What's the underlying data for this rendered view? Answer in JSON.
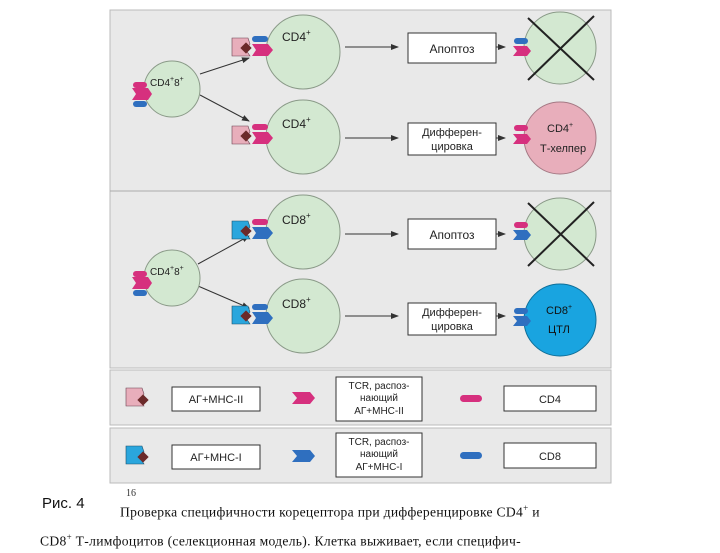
{
  "colors": {
    "panel_bg": "#e9e9e9",
    "cell_fill": "#d3e8d1",
    "cell_stroke": "#8a9a88",
    "cd4_marker": "#d6307e",
    "cd8_marker": "#2f6fbf",
    "mhc2": "#e8aebb",
    "mhc1": "#2aa6dd",
    "antigen": "#6b2a2a",
    "helper_cell": "#e8aebb",
    "ctl_cell": "#19a4e0"
  },
  "cells": {
    "dp_top": {
      "line1": "CD4",
      "sup1": "+",
      "line2": "8",
      "sup2": "+"
    },
    "dp_bottom": {
      "line1": "CD4",
      "sup1": "+",
      "line2": "8",
      "sup2": "+"
    },
    "cd4_cell": {
      "label": "CD4",
      "sup": "+"
    },
    "cd8_cell": {
      "label": "CD8",
      "sup": "+"
    },
    "helper": {
      "line1": "CD4",
      "sup": "+",
      "line2": "Т-хелпер"
    },
    "ctl": {
      "line1": "CD8",
      "sup": "+",
      "line2": "ЦТЛ"
    }
  },
  "outcomes": {
    "apoptosis": "Апоптоз",
    "differentiation_line1": "Дифферен-",
    "differentiation_line2": "цировка"
  },
  "legend": {
    "mhc2_label": "АГ+МНС-II",
    "mhc1_label": "АГ+МНС-I",
    "tcr_line1": "TCR, распоз-",
    "tcr_line2": "нающий",
    "tcr2_line3": "АГ+МНС-II",
    "tcr1_line3": "АГ+МНС-I",
    "cd4_label": "CD4",
    "cd8_label": "CD8"
  },
  "caption": {
    "figure_label": "Рис. 4",
    "figure_number": "16",
    "line1_a": "Проверка специфичности корецептора при дифференцировке CD4",
    "line1_sup": "+",
    "line1_b": " и",
    "line2_a": "CD8",
    "line2_sup": "+",
    "line2_b": " Т-лимфоцитов (селекционная модель). Клетка выживает, если специфич-"
  }
}
